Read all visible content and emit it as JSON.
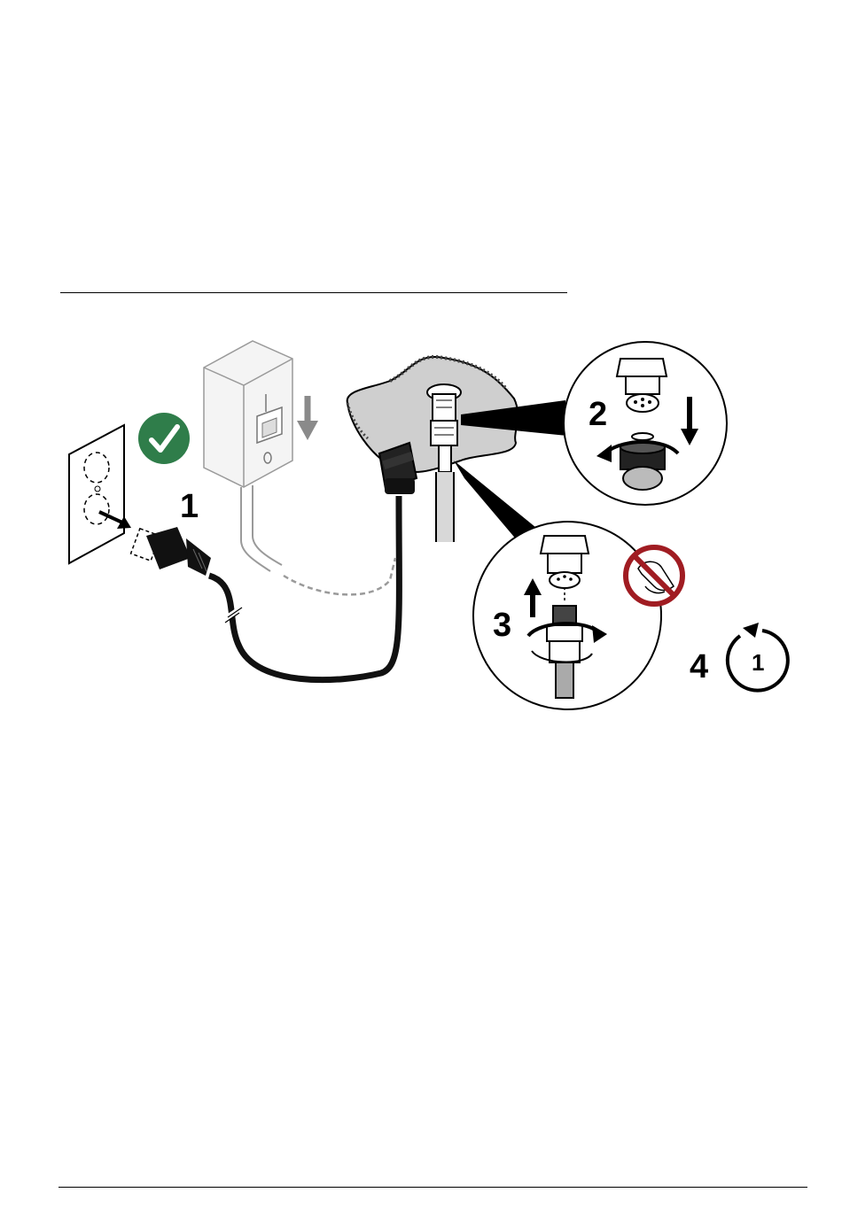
{
  "figure": {
    "steps": [
      {
        "number": "1"
      },
      {
        "number": "2"
      },
      {
        "number": "3"
      },
      {
        "number": "4",
        "icon_label": "1"
      }
    ],
    "icons": {
      "check": "check-circle-icon",
      "prohibited": "no-tool-icon",
      "restart": "rotate-once-icon"
    },
    "colors": {
      "check_green": "#2f7d4a",
      "prohibited_red": "#a01c22",
      "panel_gray": "#cfcfcf",
      "switch_box": "#f4f4f4"
    }
  }
}
